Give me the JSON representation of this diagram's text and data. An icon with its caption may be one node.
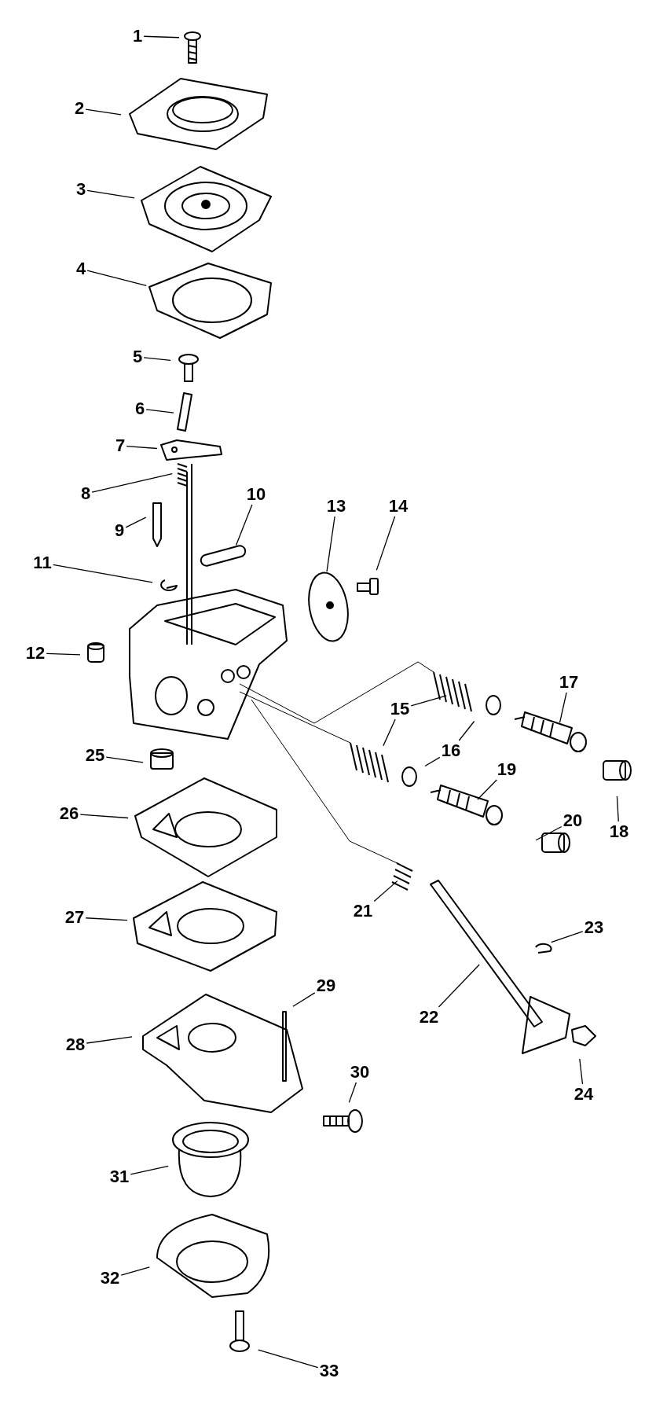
{
  "diagram": {
    "nodes": [
      {
        "text": [
          "1"
        ]
      },
      {
        "text": [
          "2"
        ]
      },
      {
        "text": [
          "3"
        ]
      },
      {
        "text": [
          "4"
        ]
      },
      {
        "text": [
          "5"
        ]
      },
      {
        "text": [
          "6"
        ]
      },
      {
        "text": [
          "7"
        ]
      },
      {
        "text": [
          "8"
        ]
      },
      {
        "text": [
          "9"
        ]
      },
      {
        "text": [
          "10"
        ]
      },
      {
        "text": [
          "11"
        ]
      },
      {
        "text": [
          "12"
        ]
      },
      {
        "text": [
          "13"
        ]
      },
      {
        "text": [
          "14"
        ]
      },
      {
        "text": [
          "15"
        ]
      },
      {
        "text": [
          "16"
        ]
      },
      {
        "text": [
          "17"
        ]
      },
      {
        "text": [
          "18"
        ]
      },
      {
        "text": [
          "19"
        ]
      },
      {
        "text": [
          "20"
        ]
      },
      {
        "text": [
          "21"
        ]
      },
      {
        "text": [
          "22"
        ]
      },
      {
        "text": [
          "23"
        ]
      },
      {
        "text": [
          "24"
        ]
      },
      {
        "text": [
          "25"
        ]
      },
      {
        "text": [
          "26"
        ]
      },
      {
        "text": [
          "27"
        ]
      },
      {
        "text": [
          "28"
        ]
      },
      {
        "text": [
          "29"
        ]
      },
      {
        "text": [
          "30"
        ]
      },
      {
        "text": [
          "31"
        ]
      },
      {
        "text": [
          "32"
        ]
      },
      {
        "text": [
          "33"
        ]
      }
    ],
    "edges": [
      {
        "from": 0,
        "to": null,
        "arrow": "none"
      },
      {
        "from": 1,
        "to": null,
        "arrow": "none"
      },
      {
        "from": 2,
        "to": null,
        "arrow": "none"
      },
      {
        "from": 3,
        "to": null,
        "arrow": "none"
      },
      {
        "from": 4,
        "to": null,
        "arrow": "none"
      },
      {
        "from": 5,
        "to": null,
        "arrow": "none"
      },
      {
        "from": 6,
        "to": null,
        "arrow": "none"
      },
      {
        "from": 7,
        "to": null,
        "arrow": "none"
      },
      {
        "from": 8,
        "to": null,
        "arrow": "none"
      },
      {
        "from": 9,
        "to": null,
        "arrow": "none"
      },
      {
        "from": 10,
        "to": null,
        "arrow": "none"
      },
      {
        "from": 11,
        "to": null,
        "arrow": "none"
      },
      {
        "from": 12,
        "to": null,
        "arrow": "none"
      },
      {
        "from": 13,
        "to": null,
        "arrow": "none"
      },
      {
        "from": 14,
        "to": null,
        "arrow": "none"
      },
      {
        "from": 14,
        "to": null,
        "arrow": "none"
      },
      {
        "from": 15,
        "to": null,
        "arrow": "none"
      },
      {
        "from": 15,
        "to": null,
        "arrow": "none"
      },
      {
        "from": 16,
        "to": null,
        "arrow": "none"
      },
      {
        "from": 17,
        "to": null,
        "arrow": "none"
      },
      {
        "from": 18,
        "to": null,
        "arrow": "none"
      },
      {
        "from": 19,
        "to": null,
        "arrow": "none"
      },
      {
        "from": 20,
        "to": null,
        "arrow": "none"
      },
      {
        "from": 21,
        "to": null,
        "arrow": "none"
      },
      {
        "from": 22,
        "to": null,
        "arrow": "none"
      },
      {
        "from": 23,
        "to": null,
        "arrow": "none"
      },
      {
        "from": 24,
        "to": null,
        "arrow": "none"
      },
      {
        "from": 25,
        "to": null,
        "arrow": "none"
      },
      {
        "from": 26,
        "to": null,
        "arrow": "none"
      },
      {
        "from": 27,
        "to": null,
        "arrow": "none"
      },
      {
        "from": 28,
        "to": null,
        "arrow": "none"
      },
      {
        "from": 29,
        "to": null,
        "arrow": "none"
      },
      {
        "from": 30,
        "to": null,
        "arrow": "none"
      },
      {
        "from": 31,
        "to": null,
        "arrow": "none"
      },
      {
        "from": 32,
        "to": null,
        "arrow": "none"
      }
    ]
  }
}
